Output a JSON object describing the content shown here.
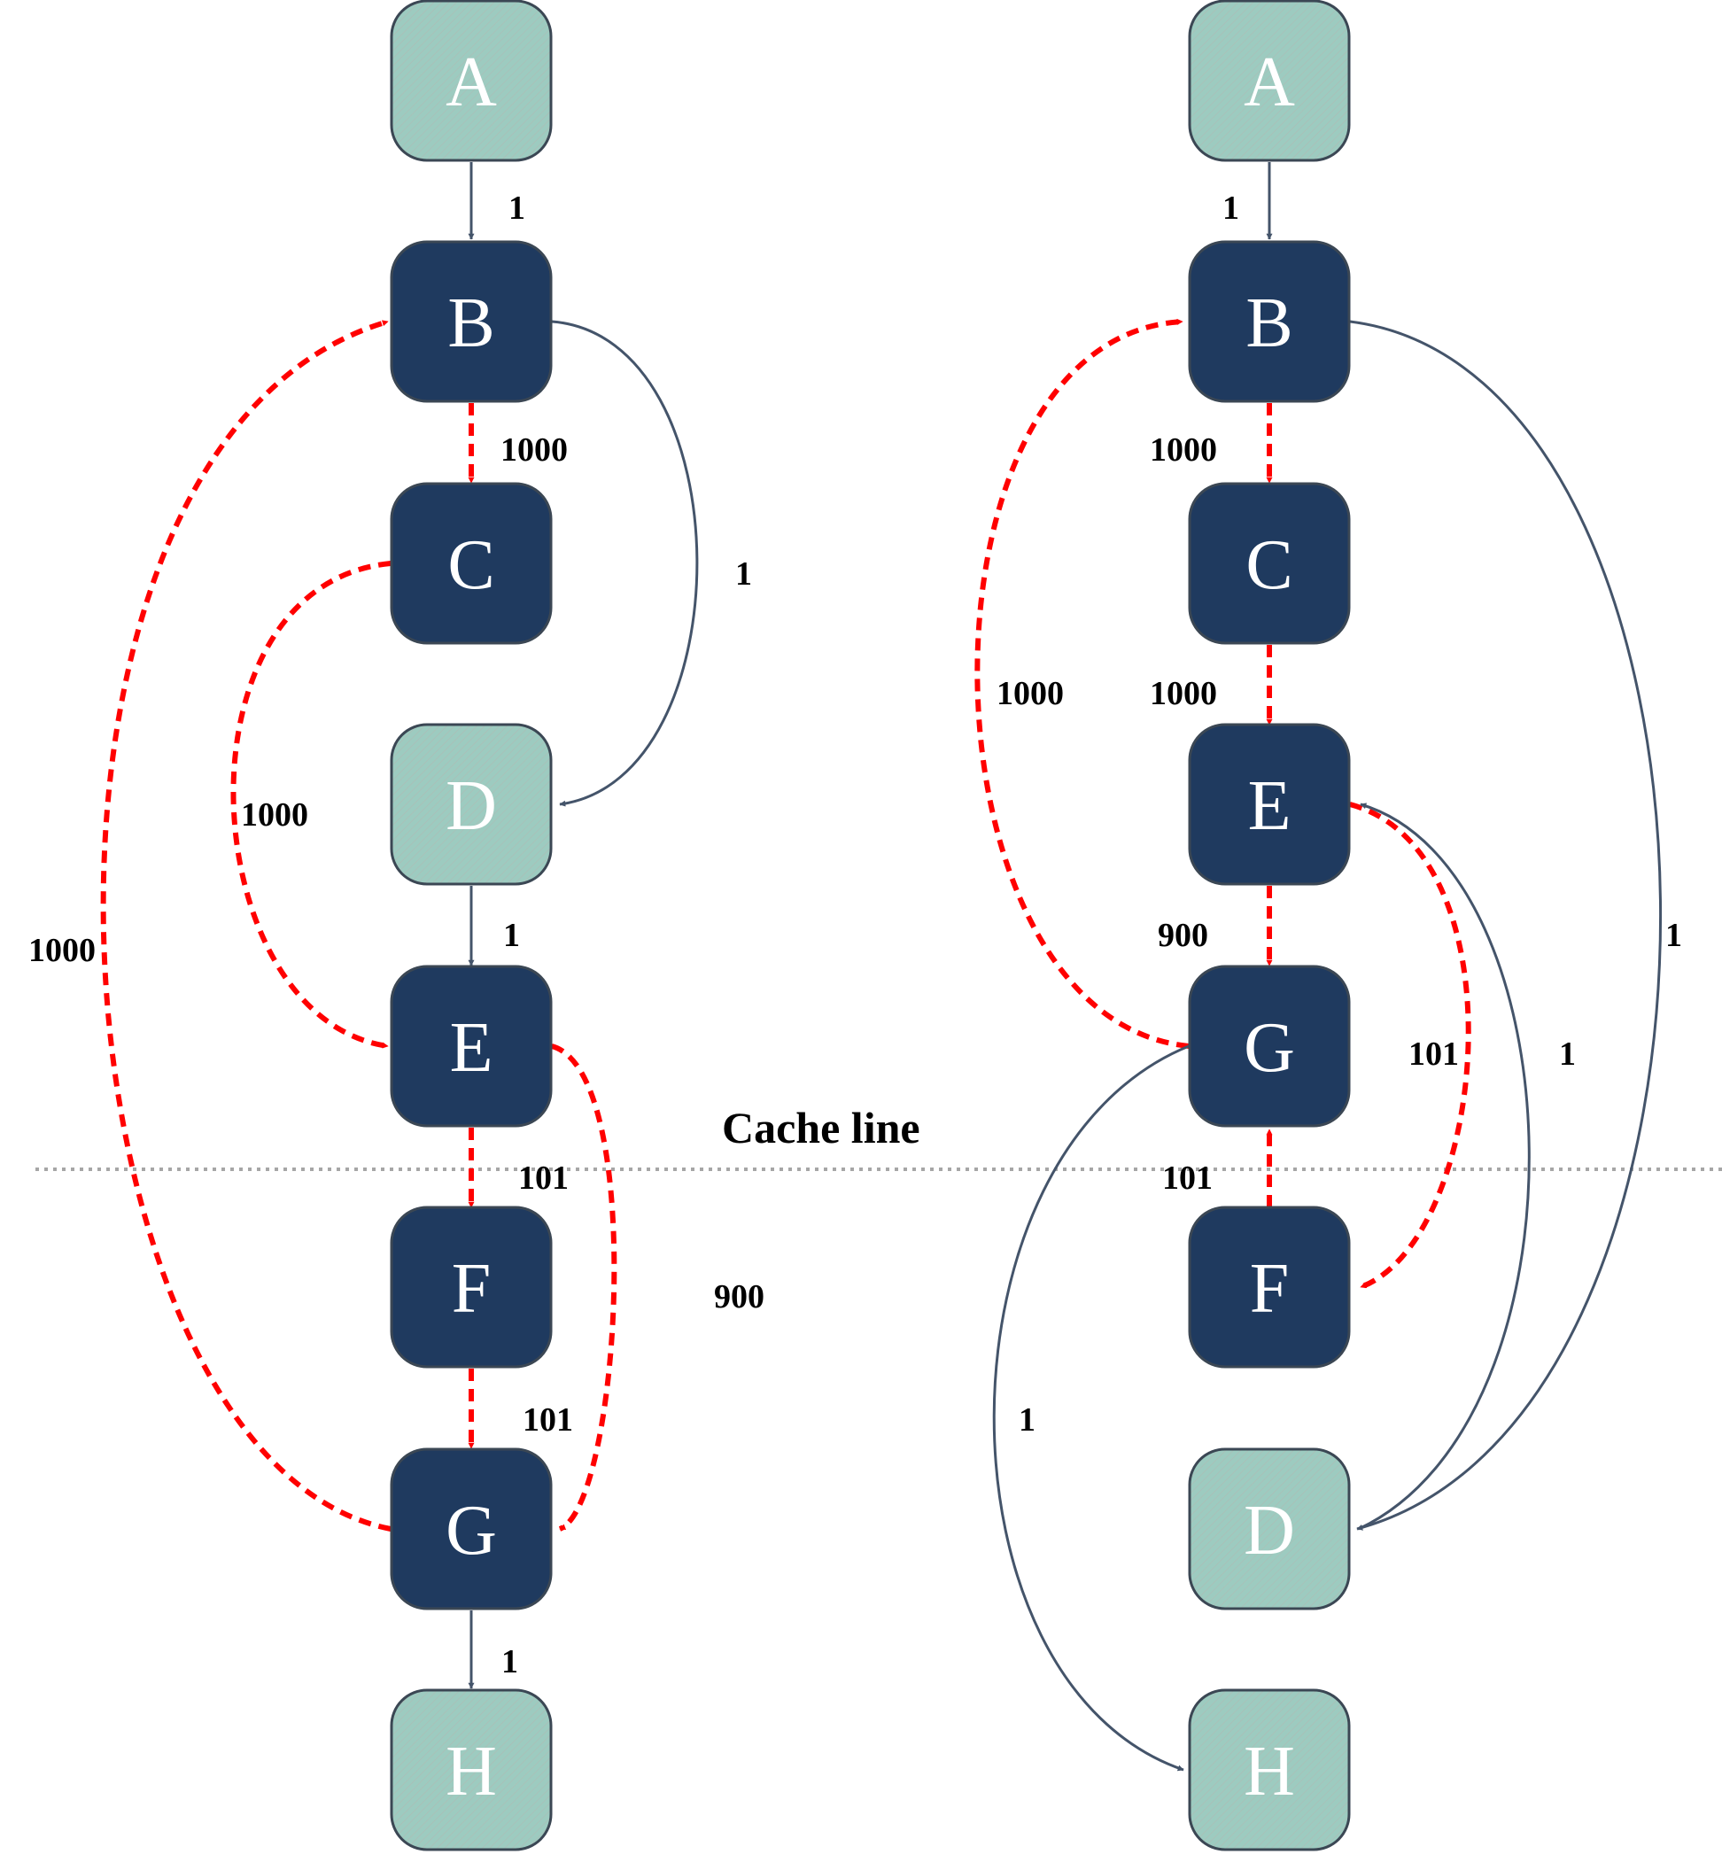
{
  "colors": {
    "hot_node": "#1f3a5f",
    "cold_node": "#9dcbc0",
    "node_border": "#3b4754",
    "cold_edge": "#44546a",
    "hot_edge": "#ff0000",
    "cache_line": "#a6a6a6"
  },
  "cache_line_label": "Cache line",
  "graphs": [
    {
      "name": "left-graph",
      "nodes": [
        {
          "id": "A",
          "kind": "cold"
        },
        {
          "id": "B",
          "kind": "hot"
        },
        {
          "id": "C",
          "kind": "hot"
        },
        {
          "id": "D",
          "kind": "cold"
        },
        {
          "id": "E",
          "kind": "hot"
        },
        {
          "id": "F",
          "kind": "hot"
        },
        {
          "id": "G",
          "kind": "hot"
        },
        {
          "id": "H",
          "kind": "cold"
        }
      ],
      "edges": [
        {
          "from": "A",
          "to": "B",
          "weight": "1",
          "kind": "cold"
        },
        {
          "from": "B",
          "to": "C",
          "weight": "1000",
          "kind": "hot"
        },
        {
          "from": "B",
          "to": "D",
          "weight": "1",
          "kind": "cold"
        },
        {
          "from": "C",
          "to": "E",
          "weight": "1000",
          "kind": "hot"
        },
        {
          "from": "D",
          "to": "E",
          "weight": "1",
          "kind": "cold"
        },
        {
          "from": "E",
          "to": "F",
          "weight": "101",
          "kind": "hot"
        },
        {
          "from": "E",
          "to": "G",
          "weight": "900",
          "kind": "hot"
        },
        {
          "from": "F",
          "to": "G",
          "weight": "101",
          "kind": "hot"
        },
        {
          "from": "G",
          "to": "B",
          "weight": "1000",
          "kind": "hot"
        },
        {
          "from": "G",
          "to": "H",
          "weight": "1",
          "kind": "cold"
        }
      ]
    },
    {
      "name": "right-graph",
      "nodes": [
        {
          "id": "A",
          "kind": "cold"
        },
        {
          "id": "B",
          "kind": "hot"
        },
        {
          "id": "C",
          "kind": "hot"
        },
        {
          "id": "E",
          "kind": "hot"
        },
        {
          "id": "G",
          "kind": "hot"
        },
        {
          "id": "F",
          "kind": "hot"
        },
        {
          "id": "D",
          "kind": "cold"
        },
        {
          "id": "H",
          "kind": "cold"
        }
      ],
      "edges": [
        {
          "from": "A",
          "to": "B",
          "weight": "1",
          "kind": "cold"
        },
        {
          "from": "B",
          "to": "C",
          "weight": "1000",
          "kind": "hot"
        },
        {
          "from": "C",
          "to": "E",
          "weight": "1000",
          "kind": "hot"
        },
        {
          "from": "E",
          "to": "G",
          "weight": "900",
          "kind": "hot"
        },
        {
          "from": "F",
          "to": "G",
          "weight": "101",
          "kind": "hot"
        },
        {
          "from": "G",
          "to": "B",
          "weight": "1000",
          "kind": "hot"
        },
        {
          "from": "E",
          "to": "F",
          "weight": "101",
          "kind": "hot"
        },
        {
          "from": "D",
          "to": "E",
          "weight": "1",
          "kind": "cold"
        },
        {
          "from": "B",
          "to": "D",
          "weight": "1",
          "kind": "cold"
        },
        {
          "from": "G",
          "to": "H",
          "weight": "1",
          "kind": "cold"
        }
      ]
    }
  ]
}
